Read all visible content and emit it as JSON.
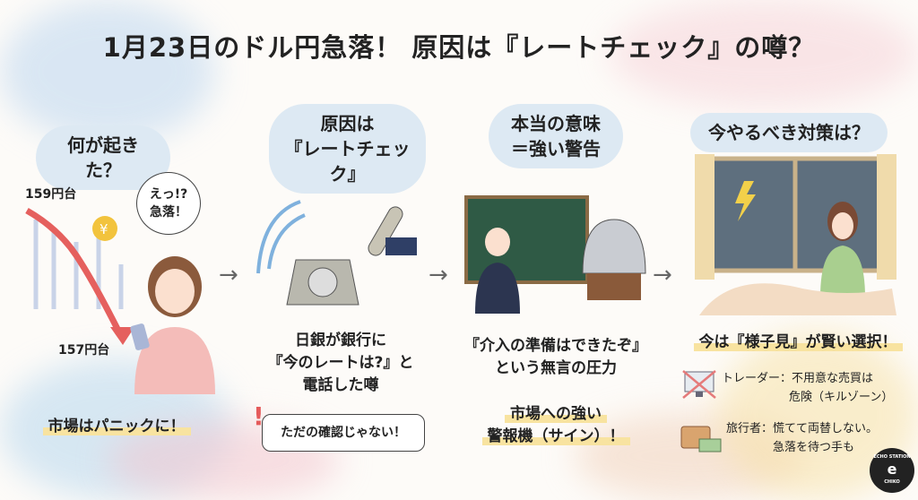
{
  "title": "1月23日のドル円急落！ 原因は『レートチェック』の噂？",
  "sections": [
    {
      "heading": "何が起きた？",
      "price_high": "159円台",
      "price_low": "157円台",
      "speech": "えっ!?\n急落！",
      "caption": "市場はパニックに！"
    },
    {
      "heading_line1": "原因は",
      "heading_line2": "『レートチェック』",
      "body_line1": "日銀が銀行に",
      "body_line2": "『今のレートは?』と",
      "body_line3": "電話した噂",
      "callout": "ただの確認じゃない！"
    },
    {
      "heading_line1": "本当の意味",
      "heading_line2": "＝強い警告",
      "body_line1": "『介入の準備はできたぞ』",
      "body_line2": "という無言の圧力",
      "highlight_line1": "市場への強い",
      "highlight_line2": "警報機（サイン）！"
    },
    {
      "heading": "今やるべき対策は？",
      "highlight": "今は『様子見』が賢い選択！",
      "tips": [
        {
          "icon": "crossed-monitor-icon",
          "line1": "トレーダー：不用意な売買は",
          "line2": "危険（キルゾーン）"
        },
        {
          "icon": "suitcase-money-icon",
          "line1": "旅行者：慌てて両替しない。",
          "line2": "急落を待つ手も"
        }
      ]
    }
  ],
  "logo": {
    "top": "ECHO STATION",
    "bottom": "CHIKO"
  },
  "arrows": [
    "→",
    "→",
    "→"
  ]
}
